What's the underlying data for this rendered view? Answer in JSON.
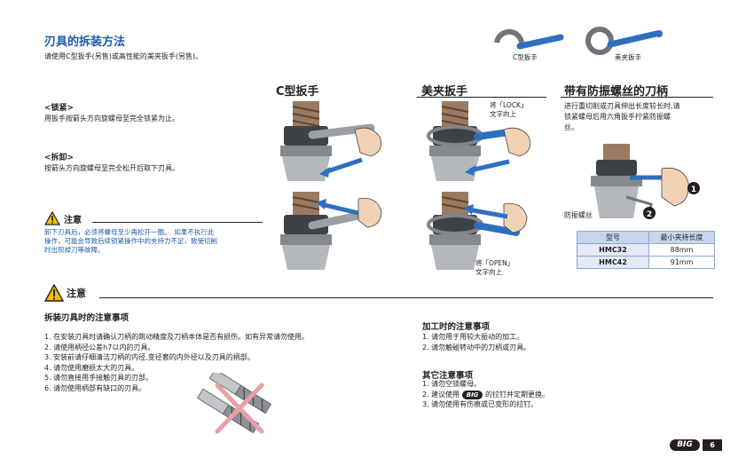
{
  "header": {
    "title": "刃具的拆装方法",
    "subtitle": "请使用C型扳手(另售)或高性能的美夹扳手(另售)。",
    "tool_labels": [
      "C型扳手",
      "美夹扳手"
    ]
  },
  "lock": {
    "heading": "<锁紧>",
    "text": "用扳手按箭头方向旋螺母至完全锁紧为止。"
  },
  "unlock": {
    "heading": "<拆卸>",
    "text": "按箭头方向旋螺母至完全松开后取下刃具。"
  },
  "caution_small": {
    "label": "注意",
    "lines": [
      "卸下刃具后，必须将螺母至少再松开一圈。　如果不执行此",
      "操作，可能会导致后续锁紧操作中的夹持力不足，致使切削",
      "时出现掉刀等故障。"
    ]
  },
  "columns": {
    "c_wrench": "C型扳手",
    "meijia_wrench": "美夹扳手",
    "anti_vib": "带有防振螺丝的刀柄"
  },
  "callouts": {
    "lock_face": [
      "将「LOCK」",
      "文字向上"
    ],
    "open_face": [
      "将「OPEN」",
      "文字向上"
    ]
  },
  "anti_vib": {
    "desc": [
      "进行重切削或刃具伸出长度较长时,请",
      "锁紧螺母后用六角扳手拧紧防振螺",
      "丝。"
    ],
    "screw_label": "防振螺丝",
    "step_labels": [
      "1",
      "2"
    ],
    "table": {
      "headers": [
        "型号",
        "最小夹持长度"
      ],
      "rows": [
        [
          "HMC32",
          "88mm"
        ],
        [
          "HMC42",
          "91mm"
        ]
      ]
    }
  },
  "caution_main": {
    "label": "注意"
  },
  "install_notes": {
    "heading": "拆装刃具时的注意事项",
    "items": [
      "1. 在安装刃具时请确认刀柄的跳动精度及刀柄本体是否有损伤。如有异常请勿使用。",
      "2. 请使用柄径公差h7以内的刃具。",
      "3. 安装前请仔细清洁刀柄的内径,变径套的内外径以及刃具的柄部。",
      "4. 请勿使用磨损太大的刃具。",
      "5. 请勿直接用手接触刃具的刃部。",
      "6. 请勿使用柄部有缺口的刃具。"
    ]
  },
  "machining_notes": {
    "heading": "加工时的注意事项",
    "items": [
      "1. 请勿用于用较大振动的加工。",
      "2. 请勿触碰转动中的刀柄或刃具。"
    ]
  },
  "other_notes": {
    "heading": "其它注意事项",
    "item1": "1. 请勿空锁螺母。",
    "item2_pre": "2. 建议使用",
    "item2_post": "的拉钉并定期更换。",
    "item3": "3. 请勿使用有伤痕或已变形的拉钉。"
  },
  "logo": "BIG",
  "page_number": "6",
  "colors": {
    "accent": "#1e5aa8",
    "arrow": "#2f6fc0",
    "table_head": "#c6d6ec"
  }
}
